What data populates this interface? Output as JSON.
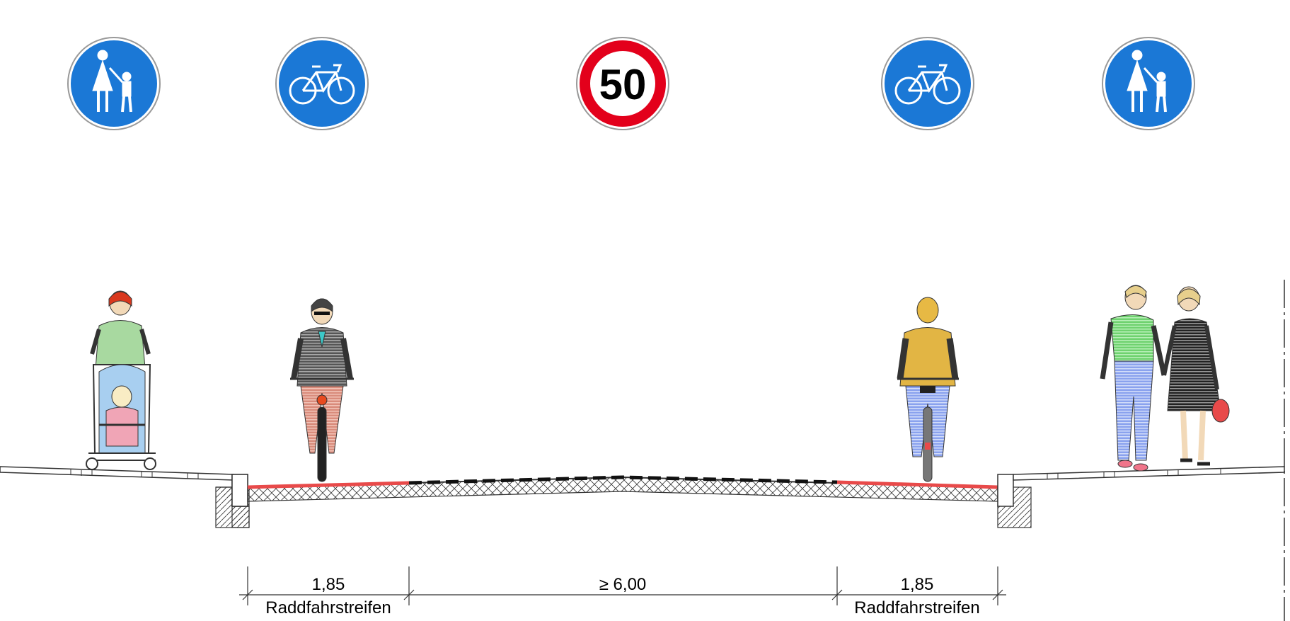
{
  "signs": {
    "pedestrian_left": {
      "icon": "pedestrian-sign-icon",
      "color": "#1b78d6"
    },
    "bicycle_left": {
      "icon": "bicycle-sign-icon",
      "color": "#1b78d6"
    },
    "speed_limit": {
      "icon": "speed-limit-sign-icon",
      "value": "50",
      "ring_color": "#e3001b"
    },
    "bicycle_right": {
      "icon": "bicycle-sign-icon",
      "color": "#1b78d6"
    },
    "pedestrian_right": {
      "icon": "pedestrian-sign-icon",
      "color": "#1b78d6"
    }
  },
  "figures": [
    {
      "icon": "woman-with-stroller-icon"
    },
    {
      "icon": "cyclist-left-icon"
    },
    {
      "icon": "cyclist-right-icon"
    },
    {
      "icon": "walking-couple-icon"
    }
  ],
  "colors": {
    "bike_lane": "#e84a4a",
    "road_marking": "#111111",
    "sign_blue": "#1b78d6"
  },
  "dimensions": {
    "left_lane_width": "1,85",
    "left_lane_label": "Raddfahrstreifen",
    "carriageway_width": "≥ 6,00",
    "right_lane_width": "1,85",
    "right_lane_label": "Raddfahrstreifen"
  }
}
